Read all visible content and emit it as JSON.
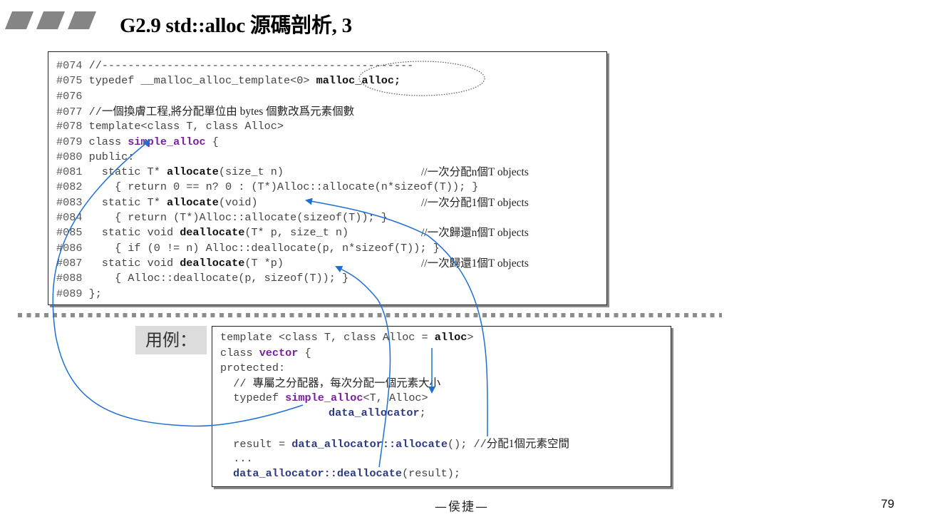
{
  "header": {
    "title": "G2.9 std::alloc 源碼剖析, 3",
    "bars_icon": "three-parallelogram-bars",
    "bar_color": "#858585"
  },
  "source_code": {
    "lines": [
      {
        "num": "#074",
        "pre": " //------------------------------------------------",
        "bold": "",
        "post": "",
        "comment": ""
      },
      {
        "num": "#075",
        "pre": " typedef __malloc_alloc_template<0> ",
        "bold": "malloc_alloc;",
        "post": "",
        "comment": ""
      },
      {
        "num": "#076",
        "pre": "",
        "bold": "",
        "post": "",
        "comment": ""
      },
      {
        "num": "#077",
        "pre": " //",
        "bold": "",
        "post": "",
        "comment": "一個換膚工程,將分配單位由 bytes 個數改爲元素個數"
      },
      {
        "num": "#078",
        "pre": " template<class T, class Alloc>",
        "bold": "",
        "post": "",
        "comment": ""
      },
      {
        "num": "#079",
        "pre": " class ",
        "bold": "simple_alloc",
        "post": " {",
        "comment": ""
      },
      {
        "num": "#080",
        "pre": " public:",
        "bold": "",
        "post": "",
        "comment": ""
      },
      {
        "num": "#081",
        "pre": "   static T* ",
        "bold": "allocate",
        "post": "(size_t n)",
        "comment": "//一次分配n個T objects"
      },
      {
        "num": "#082",
        "pre": "     { return 0 == n? 0 : (T*)Alloc::allocate(n*sizeof(T)); }",
        "bold": "",
        "post": "",
        "comment": ""
      },
      {
        "num": "#083",
        "pre": "   static T* ",
        "bold": "allocate",
        "post": "(void)",
        "comment": "//一次分配1個T objects"
      },
      {
        "num": "#084",
        "pre": "     { return (T*)Alloc::allocate(sizeof(T)); }",
        "bold": "",
        "post": "",
        "comment": ""
      },
      {
        "num": "#085",
        "pre": "   static void ",
        "bold": "deallocate",
        "post": "(T* p, size_t n)",
        "comment": "//一次歸還n個T objects"
      },
      {
        "num": "#086",
        "pre": "     { if (0 != n) Alloc::deallocate(p, n*sizeof(T)); }",
        "bold": "",
        "post": "",
        "comment": ""
      },
      {
        "num": "#087",
        "pre": "   static void ",
        "bold": "deallocate",
        "post": "(T *p)",
        "comment": "//一次歸還1個T objects"
      },
      {
        "num": "#088",
        "pre": "     { Alloc::deallocate(p, sizeof(T)); }",
        "bold": "",
        "post": "",
        "comment": ""
      },
      {
        "num": "#089",
        "pre": " };",
        "bold": "",
        "post": "",
        "comment": ""
      }
    ],
    "highlight_oval_target": "malloc_alloc;"
  },
  "usage": {
    "label": "用例：",
    "lines": {
      "l1_pre": "template <class T, class Alloc = ",
      "l1_bold": "alloc",
      "l1_post": ">",
      "l2_pre": "class ",
      "l2_bold": "vector",
      "l2_post": " {",
      "l3": "protected:",
      "l4_pre": "  // ",
      "l4_zh": "專屬之分配器，每次分配一個元素大小",
      "l5_pre": "  typedef ",
      "l5_bold": "simple_alloc",
      "l5_post": "<T, Alloc>",
      "l6_bold": "data_allocator",
      "l6_post": ";",
      "l8_pre": "  result = ",
      "l8_bold": "data_allocator::allocate",
      "l8_post": "(); //",
      "l8_zh": "分配1個元素空間",
      "l9": "  ...",
      "l10_bold": "data_allocator::deallocate",
      "l10_post": "(result);"
    }
  },
  "footer": {
    "author": "—侯捷—",
    "page_number": "79"
  },
  "colors": {
    "class_name_purple": "#7a1fa2",
    "allocator_navy": "#2e3a84",
    "arrow_blue": "#1f6fd1",
    "label_bg": "#dcdcdc"
  }
}
